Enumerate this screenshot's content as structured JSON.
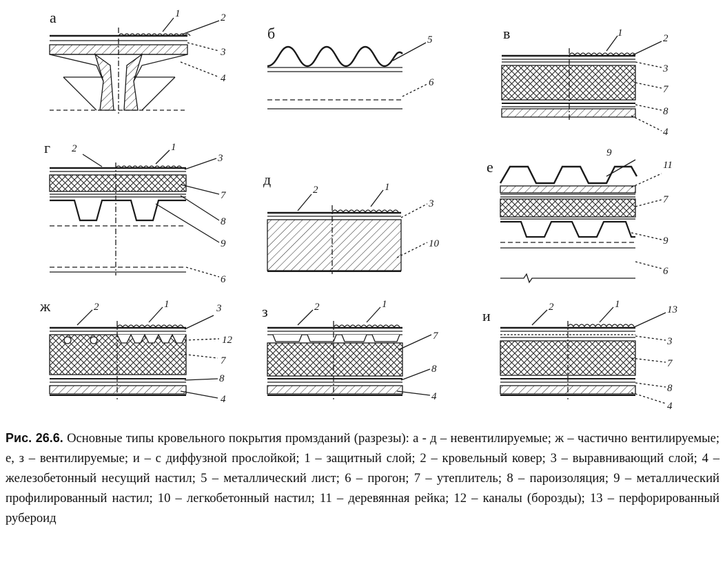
{
  "figure": {
    "panels": [
      {
        "id": "a",
        "letter": "а",
        "labels": [
          "1",
          "2",
          "3",
          "4"
        ]
      },
      {
        "id": "b",
        "letter": "б",
        "labels": [
          "5",
          "6"
        ]
      },
      {
        "id": "v",
        "letter": "в",
        "labels": [
          "1",
          "2",
          "3",
          "7",
          "8",
          "4"
        ]
      },
      {
        "id": "g",
        "letter": "г",
        "labels": [
          "2",
          "1",
          "3",
          "7",
          "8",
          "9",
          "6"
        ]
      },
      {
        "id": "d",
        "letter": "д",
        "labels": [
          "2",
          "1",
          "3",
          "10"
        ]
      },
      {
        "id": "e",
        "letter": "е",
        "labels": [
          "9",
          "11",
          "7",
          "9",
          "6"
        ]
      },
      {
        "id": "zh",
        "letter": "ж",
        "labels": [
          "2",
          "1",
          "3",
          "12",
          "7",
          "8",
          "4"
        ]
      },
      {
        "id": "z",
        "letter": "з",
        "labels": [
          "2",
          "1",
          "7",
          "8",
          "4"
        ]
      },
      {
        "id": "i",
        "letter": "и",
        "labels": [
          "2",
          "1",
          "13",
          "3",
          "7",
          "8",
          "4"
        ]
      }
    ]
  },
  "caption": {
    "label": "Рис. 26.6.",
    "text": "Основные типы кровельного покрытия промзданий (разрезы): а - д – невентилируемые; ж – частично вентилируемые; е, з – вентилируемые; и – с диффузной прослойкой; 1 – защитный слой; 2 – кровельный ковер; 3 – выравнивающий слой; 4 – железобетонный несущий настил; 5 – металлический лист; 6 – прогон; 7 – утеплитель; 8 – пароизоляция; 9 – металлический профилированный настил; 10 – легкобетонный настил; 11 – деревянная рейка; 12 – каналы (борозды); 13 – перфорированный рубероид"
  }
}
